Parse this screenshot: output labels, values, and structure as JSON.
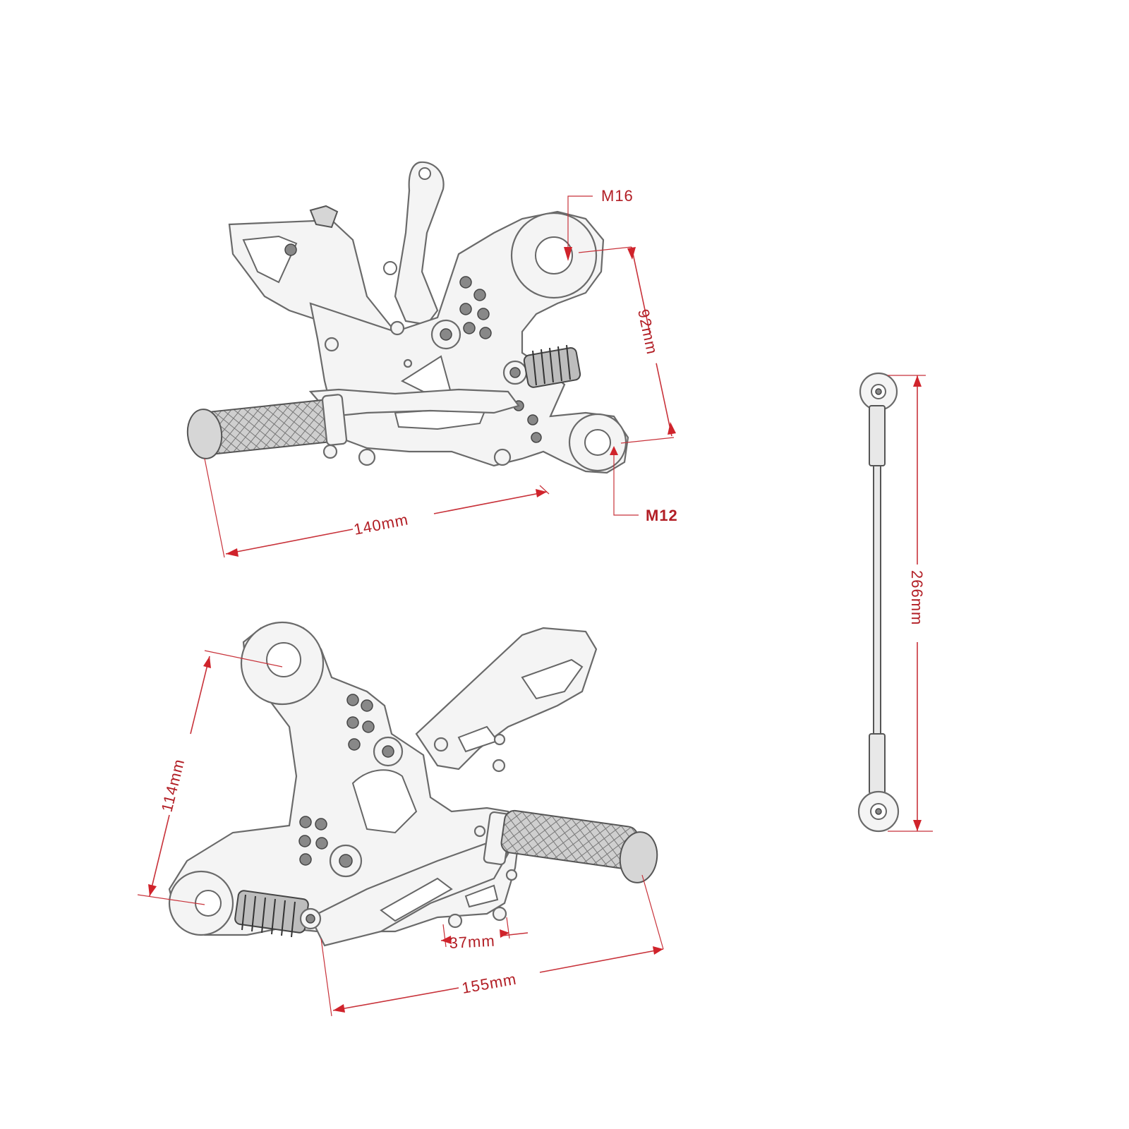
{
  "annotations": {
    "m16_label": "M16",
    "m12_label": "M12",
    "dim_92": "92mm",
    "dim_140": "140mm",
    "dim_266": "266mm",
    "dim_114": "114mm",
    "dim_37": "37mm",
    "dim_155": "155mm"
  },
  "colors": {
    "dimension": "#c8323a",
    "label_text": "#b21e25",
    "part_outline": "#6a6a6a",
    "part_fill": "#f4f4f4"
  },
  "parts": [
    "top-rearset-left",
    "bottom-rearset-right",
    "shift-linkage-rod"
  ]
}
